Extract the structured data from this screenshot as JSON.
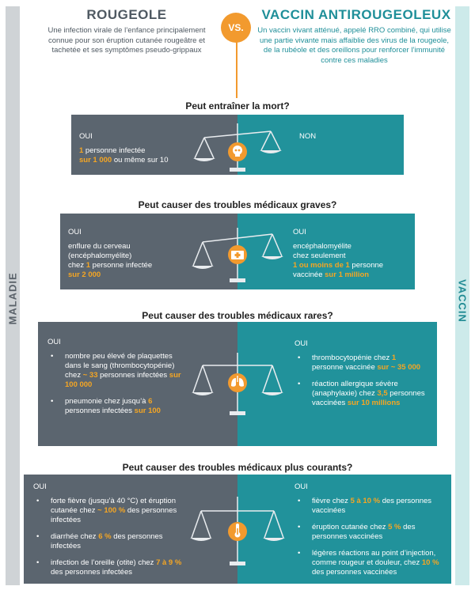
{
  "side": {
    "left_label": "MALADIE",
    "right_label": "VACCIN"
  },
  "header": {
    "left_title": "ROUGEOLE",
    "left_desc": "Une infection virale de l’enfance principalement connue pour son éruption cutanée rougeâtre et tachetée et ses symptômes pseudo-grippaux",
    "vs": "VS.",
    "right_title": "VACCIN ANTIROUGEOLEUX",
    "right_desc": "Un vaccin vivant atténué, appelé RRO combiné, qui utilise une partie vivante mais affaiblie des virus de la rougeole, de la rubéole et des oreillons pour renforcer l’immunité contre ces maladies"
  },
  "colors": {
    "orange": "#f29a2e",
    "dark_panel": "#5b656f",
    "teal_panel": "#21929b"
  },
  "sections": [
    {
      "question": "Peut entraîner la mort?",
      "icon": "skull-icon",
      "left": {
        "oui": "OUI",
        "count": "1",
        "text1": " personne infectée",
        "bold2": "sur 1 000",
        "text2": " ou même sur 10"
      },
      "right": {
        "non": "NON"
      }
    },
    {
      "question": "Peut causer des troubles médicaux graves?",
      "icon": "first-aid-kit-icon",
      "left": {
        "oui": "OUI",
        "line1": "enflure du cerveau",
        "line2": "(encéphalomyélite)",
        "line3a": "chez ",
        "count": "1",
        "line3b": " personne infectée",
        "bold": "sur 2 000"
      },
      "right": {
        "oui": "OUI",
        "line1": "encéphalomyélite",
        "line2": "chez seulement",
        "bold1": "1 ou moins de 1",
        "line3": " personne",
        "line4": "vaccinée ",
        "bold2": "sur 1 million"
      }
    },
    {
      "question": "Peut causer des troubles médicaux rares?",
      "icon": "lungs-icon",
      "left": {
        "oui": "OUI",
        "item1_text": "nombre peu élevé de plaquettes dans le sang (thrombocytopénie) chez ",
        "item1_bold1": "~ 33",
        "item1_text2": " personnes infectées ",
        "item1_bold2": "sur 100 000",
        "item2_text": "pneumonie chez jusqu’à ",
        "item2_bold1": "6",
        "item2_text2": " personnes infectées ",
        "item2_bold2": "sur 100"
      },
      "right": {
        "oui": "OUI",
        "item1_text": "thrombocytopénie chez ",
        "item1_bold1": "1",
        "item1_text2": " personne vaccinée ",
        "item1_bold2": "sur ~ 35 000",
        "item2_text": "réaction allergique sévère (anaphylaxie) chez ",
        "item2_bold1": "3,5",
        "item2_text2": " personnes vaccinées ",
        "item2_bold2": "sur 10 millions"
      }
    },
    {
      "question": "Peut causer des troubles médicaux plus courants?",
      "icon": "thermometer-icon",
      "left": {
        "oui": "OUI",
        "item1_text": "forte fièvre (jusqu’à 40 °C) et éruption cutanée chez ",
        "item1_bold": "~ 100 %",
        "item1_text2": " des personnes infectées",
        "item2_text": "diarrhée chez ",
        "item2_bold": "6 %",
        "item2_text2": " des personnes infectées",
        "item3_text": "infection de l’oreille (otite) chez ",
        "item3_bold": "7 à 9 %",
        "item3_text2": " des personnes infectées"
      },
      "right": {
        "oui": "OUI",
        "item1_text": "fièvre chez ",
        "item1_bold": "5 à 10 %",
        "item1_text2": " des personnes vaccinées",
        "item2_text": "éruption cutanée chez ",
        "item2_bold": "5 %",
        "item2_text2": " des personnes vaccinées",
        "item3_text": "légères réactions au point d’injection, comme rougeur et douleur, chez ",
        "item3_bold": "10 %",
        "item3_text2": " des personnes vaccinées"
      }
    }
  ]
}
